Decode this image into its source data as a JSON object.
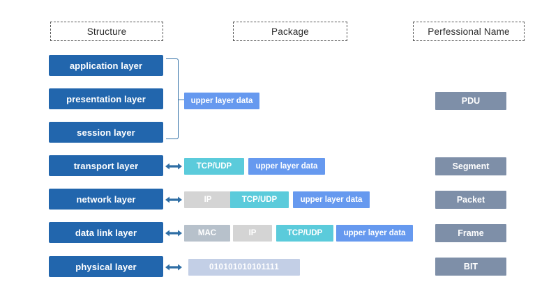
{
  "headers": {
    "structure": "Structure",
    "package": "Package",
    "professional_name": "Perfessional Name"
  },
  "layers": [
    {
      "id": "application",
      "label": "application layer"
    },
    {
      "id": "presentation",
      "label": "presentation layer"
    },
    {
      "id": "session",
      "label": "session layer"
    },
    {
      "id": "transport",
      "label": "transport layer"
    },
    {
      "id": "network",
      "label": "network layer"
    },
    {
      "id": "datalink",
      "label": "data link layer"
    },
    {
      "id": "physical",
      "label": "physical layer"
    }
  ],
  "packages": {
    "pdu_row": [
      {
        "label": "upper layer data",
        "color": "#6699ef"
      }
    ],
    "transport_row": [
      {
        "label": "TCP/UDP",
        "color": "#5bcbdb"
      },
      {
        "label": "upper layer data",
        "color": "#6699ef"
      }
    ],
    "network_row": [
      {
        "label": "IP",
        "color": "#d4d4d4"
      },
      {
        "label": "TCP/UDP",
        "color": "#5bcbdb"
      },
      {
        "label": "upper layer data",
        "color": "#6699ef"
      }
    ],
    "datalink_row": [
      {
        "label": "MAC",
        "color": "#b7c1cb"
      },
      {
        "label": "IP",
        "color": "#d4d4d4"
      },
      {
        "label": "TCP/UDP",
        "color": "#5bcbdb"
      },
      {
        "label": "upper layer data",
        "color": "#6699ef"
      }
    ],
    "physical_row": [
      {
        "label": "010101010101111",
        "color": "#c3cfe6"
      }
    ]
  },
  "professional_names": [
    {
      "id": "pdu",
      "label": "PDU"
    },
    {
      "id": "segment",
      "label": "Segment"
    },
    {
      "id": "packet",
      "label": "Packet"
    },
    {
      "id": "frame",
      "label": "Frame"
    },
    {
      "id": "bit",
      "label": "BIT"
    }
  ],
  "icons": {
    "double_arrow": "double-headed-arrow",
    "bracket": "curly-bracket"
  },
  "colors": {
    "layer_blue": "#2266ad",
    "upper_data_blue": "#6699ef",
    "tcp_cyan": "#5bcbdb",
    "ip_gray": "#d4d4d4",
    "mac_gray": "#b7c1cb",
    "bits_blue": "#c3cfe6",
    "proname_slate": "#7e8fa8",
    "bracket_blue": "#2f6ea5",
    "background": "#ffffff"
  }
}
